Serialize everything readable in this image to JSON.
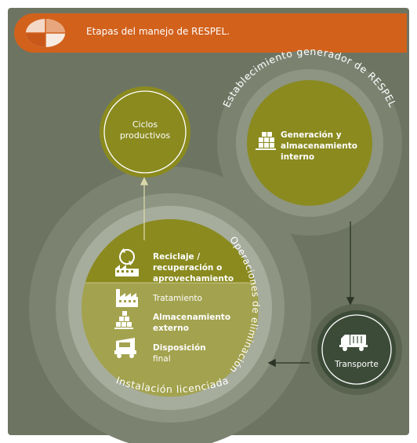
{
  "header": {
    "title": "Etapas del manejo de RESPEL."
  },
  "nodes": {
    "ciclos": {
      "line1": "Ciclos",
      "line2": "productivos"
    },
    "generacion": {
      "line1": "Generación y",
      "line2": "almacenamiento",
      "line3": "interno"
    },
    "transporte": {
      "label": "Transporte"
    }
  },
  "rings": {
    "establecimiento": "Establecimiento generador de RESPEL",
    "operaciones": "Operaciones de eliminación",
    "instalacion": "Instalación licenciada"
  },
  "operations": [
    {
      "line1": "Reciclaje /",
      "line2": "recuperación o",
      "line3": "aprovechamiento",
      "icon": "recycle-factory-icon"
    },
    {
      "line1": "Tratamiento",
      "icon": "factory-icon"
    },
    {
      "line1": "Almacenamiento",
      "line2": "externo",
      "icon": "boxes-icon"
    },
    {
      "line1": "Disposición",
      "line2": "final",
      "icon": "dump-truck-icon"
    }
  ],
  "colors": {
    "background": "#6d7562",
    "header": "#d2611c",
    "olive": "#8a8a1f",
    "olive_light": "#a3a24e",
    "ring_light": "#8e9582",
    "ring_mid": "#a7ad9c",
    "transport": "#3c4b38"
  }
}
